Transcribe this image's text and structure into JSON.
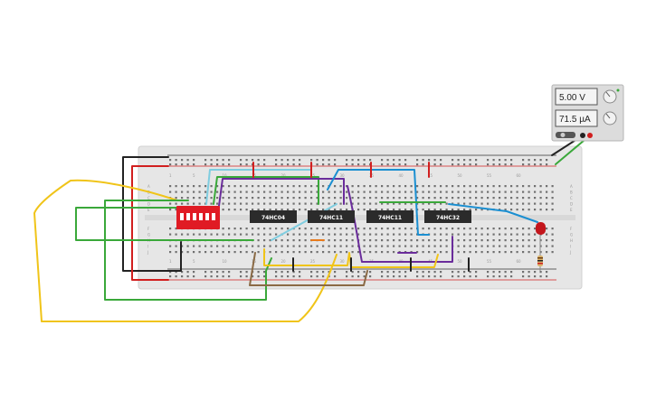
{
  "power_supply": {
    "voltage": "5.00 V",
    "current": "71.5 µA"
  },
  "chips": [
    {
      "label": "74HC04"
    },
    {
      "label": "74HC11"
    },
    {
      "label": "74HC11"
    },
    {
      "label": "74HC32"
    }
  ],
  "column_numbers": [
    "1",
    "5",
    "10",
    "15",
    "20",
    "25",
    "30",
    "35",
    "40",
    "45",
    "50",
    "55",
    "60"
  ],
  "row_letters_top": [
    "A",
    "B",
    "C",
    "D",
    "E"
  ],
  "row_letters_bottom": [
    "F",
    "G",
    "H",
    "I",
    "J"
  ],
  "colors": {
    "board": "#e6e6e6",
    "rail_red": "#d11f1f",
    "rail_dark": "#333333",
    "chip": "#2b2b2b",
    "dip_switch": "#e01b24",
    "led": "#c3161c",
    "wire_yellow": "#f0c419",
    "wire_green": "#3aa83a",
    "wire_purple": "#6a2c9b",
    "wire_blue": "#1b8fd1",
    "wire_lightblue": "#7fcde0",
    "wire_brown": "#8a6a45",
    "wire_black": "#222222",
    "wire_orange": "#e87a1b"
  }
}
